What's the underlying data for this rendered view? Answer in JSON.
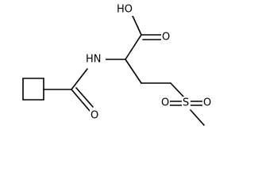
{
  "molecule": {
    "atoms": {
      "hydroxyl": "HO",
      "carbonyl_oxygen_acid": "O",
      "amide_nitrogen": "HN",
      "carbonyl_oxygen_amide": "O",
      "sulfur": "S",
      "sulfonyl_oxygen_left": "O",
      "sulfonyl_oxygen_right": "O"
    }
  }
}
